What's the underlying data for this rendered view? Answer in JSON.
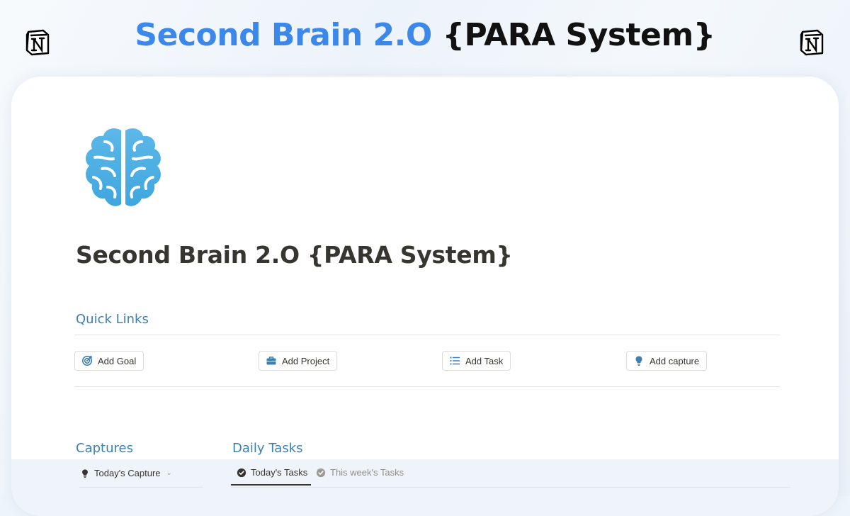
{
  "banner": {
    "title_accent": "Second Brain 2.O",
    "title_rest": "{PARA System}"
  },
  "icons": {
    "notion_logo": "notion-logo-icon",
    "page_icon": "brain-icon",
    "goal": "target-icon",
    "project": "briefcase-icon",
    "task": "list-icon",
    "capture": "lightbulb-icon",
    "check": "check-circle-icon"
  },
  "colors": {
    "accent": "#3b87ea",
    "heading_blue": "#3d7fb0",
    "brain": "#4db3e6"
  },
  "page": {
    "title": "Second Brain 2.O {PARA System}"
  },
  "quick_links": {
    "heading": "Quick Links",
    "buttons": [
      {
        "label": "Add Goal"
      },
      {
        "label": "Add Project"
      },
      {
        "label": "Add Task"
      },
      {
        "label": "Add capture"
      }
    ]
  },
  "captures": {
    "heading": "Captures",
    "view_label": "Today's Capture"
  },
  "daily_tasks": {
    "heading": "Daily Tasks",
    "tabs": [
      {
        "label": "Today's Tasks",
        "active": true
      },
      {
        "label": "This week's Tasks",
        "active": false
      }
    ]
  }
}
